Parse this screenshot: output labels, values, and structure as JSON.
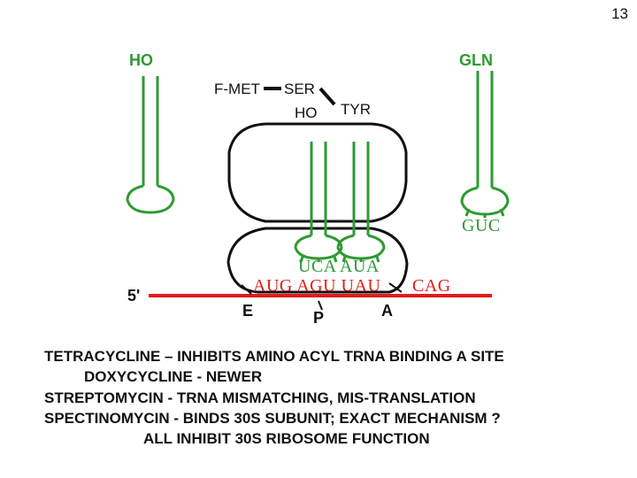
{
  "page_number": "13",
  "diagram": {
    "trna_left": {
      "end_label": "HO"
    },
    "trna_right": {
      "amino_acid": "GLN",
      "anticodon": "GUC"
    },
    "peptide": {
      "first": "F-MET",
      "second": "SER",
      "p_site_end": "HO",
      "a_site_amino_acid": "TYR"
    },
    "mrna": {
      "five_prime": "5'",
      "codons": "AUG AGU UAU",
      "next_codon": "CAG",
      "anticodons": "UCA AUA"
    },
    "sites": {
      "e": "E",
      "p": "P",
      "a": "A"
    },
    "colors": {
      "mrna": "#e11b1b",
      "trna": "#2e9a33",
      "ribosome": "#111111"
    }
  },
  "captions": [
    "TETRACYCLINE – INHIBITS AMINO ACYL TRNA BINDING A SITE",
    "DOXYCYCLINE - NEWER",
    "STREPTOMYCIN -  TRNA MISMATCHING, MIS-TRANSLATION",
    "SPECTINOMYCIN -  BINDS 30S SUBUNIT; EXACT MECHANISM ?",
    "ALL INHIBIT 30S RIBOSOME FUNCTION"
  ]
}
